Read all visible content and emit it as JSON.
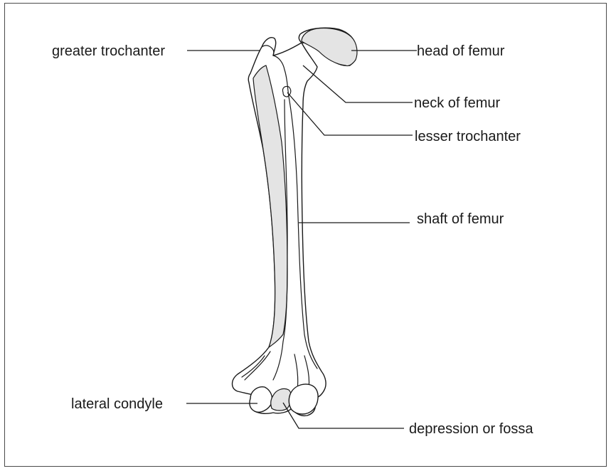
{
  "diagram": {
    "labels": {
      "greater_trochanter": "greater trochanter",
      "head_of_femur": "head of femur",
      "neck_of_femur": "neck of femur",
      "lesser_trochanter": "lesser trochanter",
      "shaft_of_femur": "shaft of femur",
      "lateral_condyle": "lateral condyle",
      "depression_or_fossa": "depression or fossa"
    },
    "colors": {
      "outline": "#1a1a1a",
      "shading": "#e4e4e4",
      "background": "#ffffff",
      "frame": "#4a4a4a"
    }
  }
}
